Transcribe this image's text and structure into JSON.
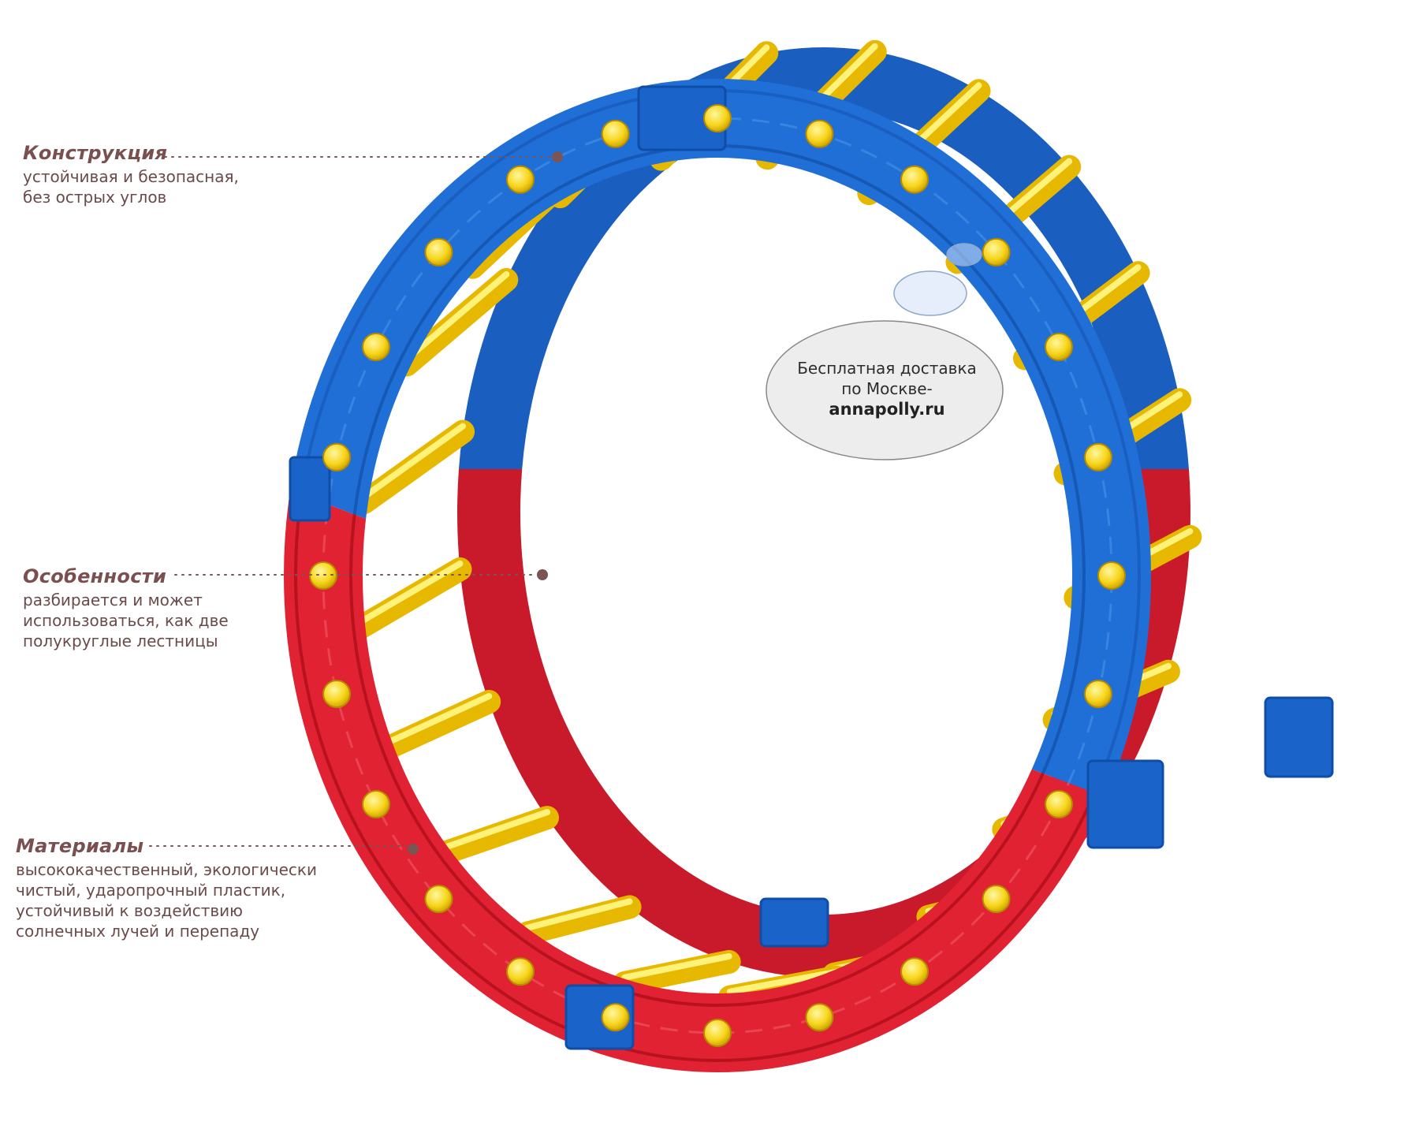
{
  "features": [
    {
      "title": "Конструкция",
      "text": "устойчивая и безопасная,\nбез острых углов"
    },
    {
      "title": "Особенности",
      "text": "разбирается и может\nиспользоваться, как две\nполукруглые лестницы"
    },
    {
      "title": "Материалы",
      "text": "высококачественный, экологически\nчистый, ударопрочный пластик,\nустойчивый к воздействию\nсолнечных лучей и перепаду"
    }
  ],
  "delivery": {
    "line1": "Бесплатная доставка",
    "line2": "по Москве-",
    "site": "annapolly.ru"
  },
  "colors": {
    "blue": "#1f6fd6",
    "red": "#e02233",
    "yellow": "#f7cf13",
    "label": "#7a4f4f",
    "leader_dot": "#7b5454"
  },
  "product_image": "circular-climbing-ladder-toy"
}
